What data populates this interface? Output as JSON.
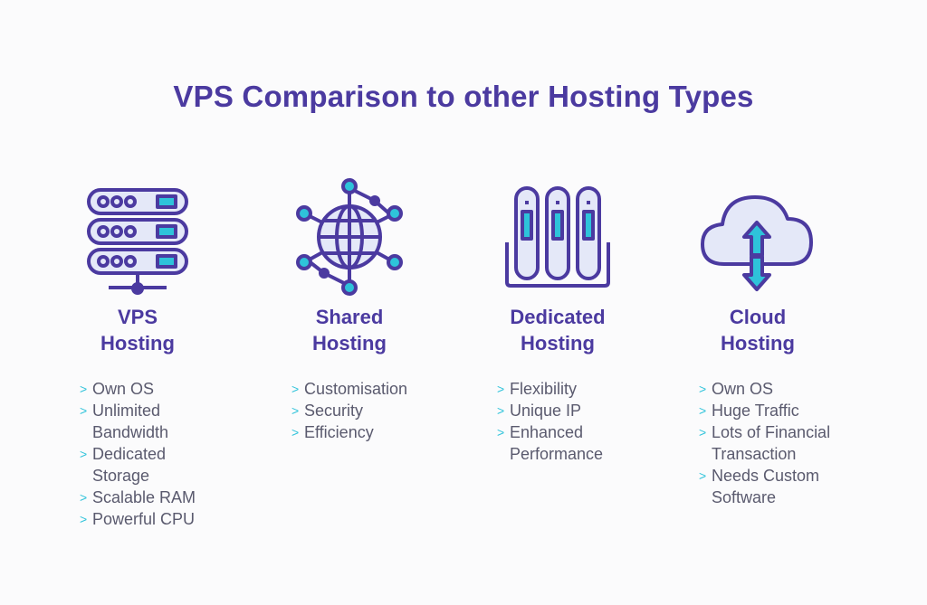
{
  "title": "VPS Comparison to other Hosting Types",
  "colors": {
    "primary": "#4b3aa0",
    "accent": "#2ec3da",
    "light": "#e4e8f8",
    "text": "#5a5a6e"
  },
  "columns": [
    {
      "icon": "server-rack-icon",
      "title_line1": "VPS",
      "title_line2": "Hosting",
      "features": [
        "Own OS",
        "Unlimited",
        "Bandwidth",
        "Dedicated",
        "Storage",
        "Scalable RAM",
        "Powerful CPU"
      ]
    },
    {
      "icon": "network-globe-icon",
      "title_line1": "Shared",
      "title_line2": "Hosting",
      "features": [
        "Customisation",
        "Security",
        "Efficiency"
      ]
    },
    {
      "icon": "dedicated-servers-icon",
      "title_line1": "Dedicated",
      "title_line2": "Hosting",
      "features": [
        "Flexibility",
        "Unique IP",
        "Enhanced",
        "Performance"
      ]
    },
    {
      "icon": "cloud-transfer-icon",
      "title_line1": "Cloud",
      "title_line2": "Hosting",
      "features": [
        "Own OS",
        "Huge Traffic",
        "Lots of Financial",
        "Transaction",
        "Needs Custom",
        "Software"
      ]
    }
  ]
}
